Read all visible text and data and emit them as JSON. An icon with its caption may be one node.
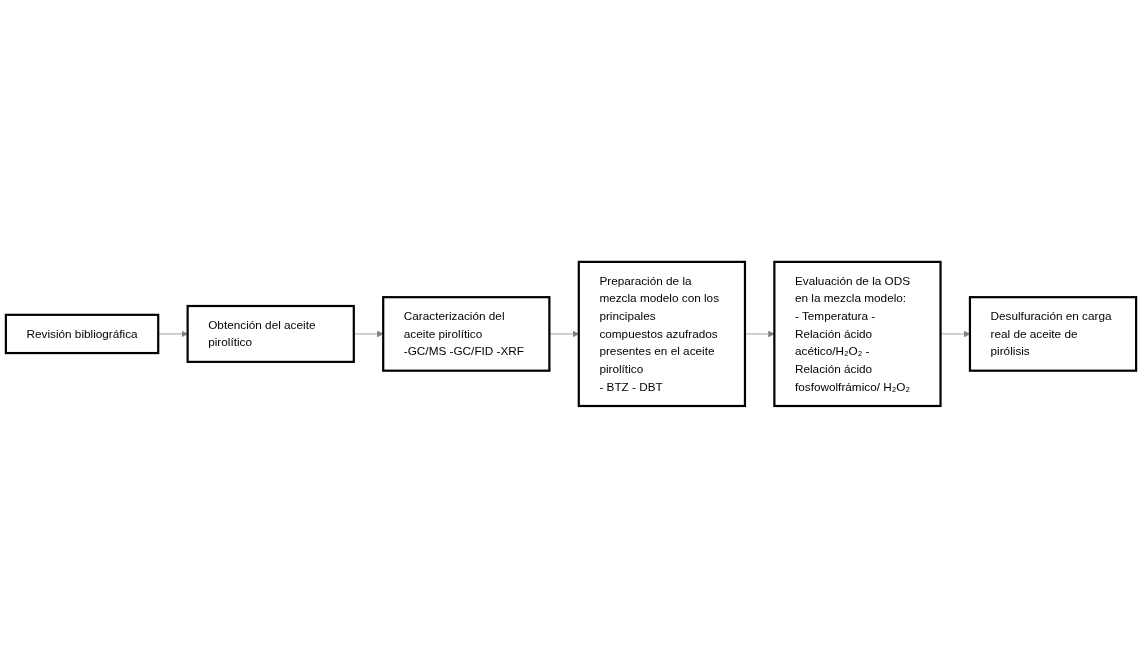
{
  "diagram": {
    "nodes": [
      {
        "text": [
          "Revisión bibliográfica"
        ]
      },
      {
        "text": [
          "Obtención del aceite pirolítico"
        ]
      },
      {
        "text": [
          "Caracterización del aceite pirolítico",
          "-GC/MS -GC/FID -XRF"
        ]
      },
      {
        "text": [
          "Preparación de la mezcla modelo con los principales compuestos azufrados presentes en el aceite pirolítico",
          "- BTZ - DBT"
        ]
      },
      {
        "text": [
          "Evaluación de la ODS en la mezcla modelo:",
          "- Temperatura - Relación ácido acético/H₂O₂ - Relación ácido fosfowolfrámico/ H₂O₂"
        ]
      },
      {
        "text": [
          "Desulfuración en carga real de aceite de pirólisis"
        ]
      }
    ],
    "edges": [
      {
        "from": 0,
        "to": 1,
        "arrow": "to"
      },
      {
        "from": 1,
        "to": 2,
        "arrow": "to"
      },
      {
        "from": 2,
        "to": 3,
        "arrow": "to"
      },
      {
        "from": 3,
        "to": 4,
        "arrow": "to"
      },
      {
        "from": 4,
        "to": 5,
        "arrow": "to"
      }
    ]
  }
}
